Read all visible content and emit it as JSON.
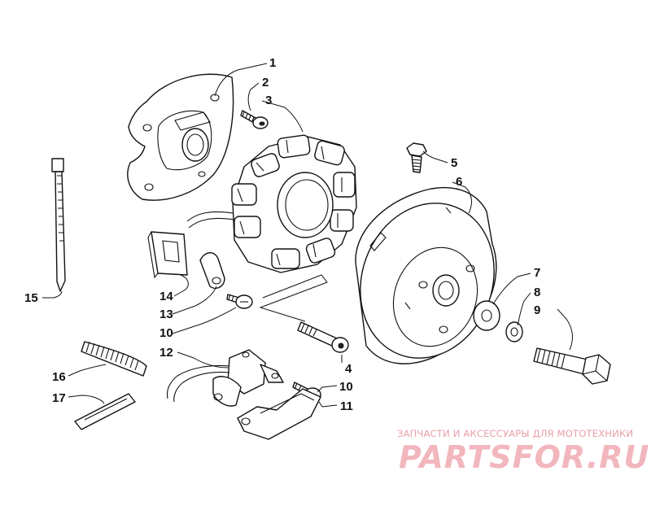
{
  "diagram": {
    "callouts": [
      {
        "id": "c1",
        "text": "1"
      },
      {
        "id": "c2",
        "text": "2"
      },
      {
        "id": "c3",
        "text": "3"
      },
      {
        "id": "c4",
        "text": "4"
      },
      {
        "id": "c5",
        "text": "5"
      },
      {
        "id": "c6",
        "text": "6"
      },
      {
        "id": "c7",
        "text": "7"
      },
      {
        "id": "c8",
        "text": "8"
      },
      {
        "id": "c9",
        "text": "9"
      },
      {
        "id": "c10a",
        "text": "10"
      },
      {
        "id": "c10b",
        "text": "10"
      },
      {
        "id": "c11",
        "text": "11"
      },
      {
        "id": "c12",
        "text": "12"
      },
      {
        "id": "c13",
        "text": "13"
      },
      {
        "id": "c14",
        "text": "14"
      },
      {
        "id": "c15",
        "text": "15"
      },
      {
        "id": "c16",
        "text": "16"
      },
      {
        "id": "c17",
        "text": "17"
      }
    ]
  },
  "watermark": {
    "caption": "ЗАПЧАСТИ И АКСЕССУАРЫ ДЛЯ МОТОТЕХНИКИ",
    "logo": "PARTSFOR.RU",
    "caption_color": "#e8a0a8",
    "logo_color": "#f2b6bd"
  }
}
